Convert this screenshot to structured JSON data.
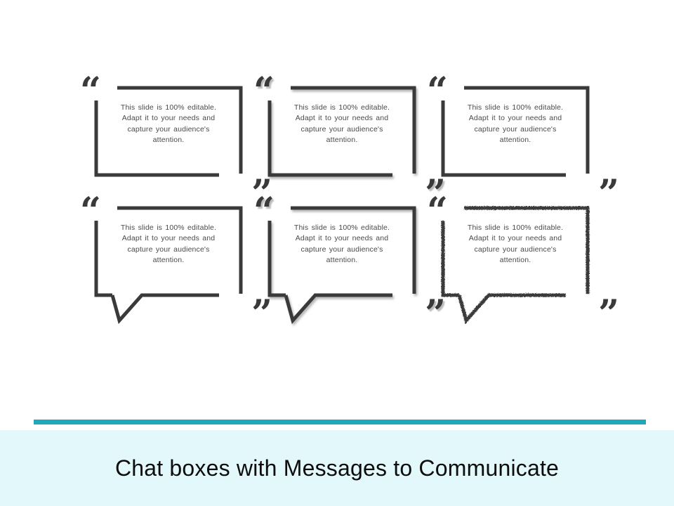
{
  "slide": {
    "background_color": "#ffffff",
    "title": "Chat boxes with Messages to Communicate",
    "accent_color": "#1fa8bc",
    "title_band_color": "#e3f8fb",
    "frame_color": "#3a3a3a",
    "body_text_color": "#4a4a4a"
  },
  "quote_symbols": {
    "open": "“",
    "close": "”"
  },
  "boxes": [
    {
      "id": "quote-box-1",
      "position": "top-left",
      "text": "This slide is 100% editable. Adapt it to your needs and capture your audience's attention.",
      "style": "flat",
      "tail": false
    },
    {
      "id": "quote-box-2",
      "position": "top-center",
      "text": "This slide is 100% editable. Adapt it to your needs and capture your audience's attention.",
      "style": "shadowed",
      "tail": false
    },
    {
      "id": "quote-box-3",
      "position": "top-right",
      "text": "This slide is 100% editable. Adapt it to your needs and capture your audience's attention.",
      "style": "flat",
      "tail": false
    },
    {
      "id": "quote-box-4",
      "position": "bottom-left",
      "text": "This slide is 100% editable. Adapt it to your needs and capture your audience's attention.",
      "style": "flat",
      "tail": true
    },
    {
      "id": "quote-box-5",
      "position": "bottom-center",
      "text": "This slide is 100% editable. Adapt it to your needs and capture your audience's attention.",
      "style": "shadowed",
      "tail": true
    },
    {
      "id": "quote-box-6",
      "position": "bottom-right",
      "text": "This slide is 100% editable. Adapt it to your needs and capture your audience's attention.",
      "style": "rough",
      "tail": true
    }
  ]
}
